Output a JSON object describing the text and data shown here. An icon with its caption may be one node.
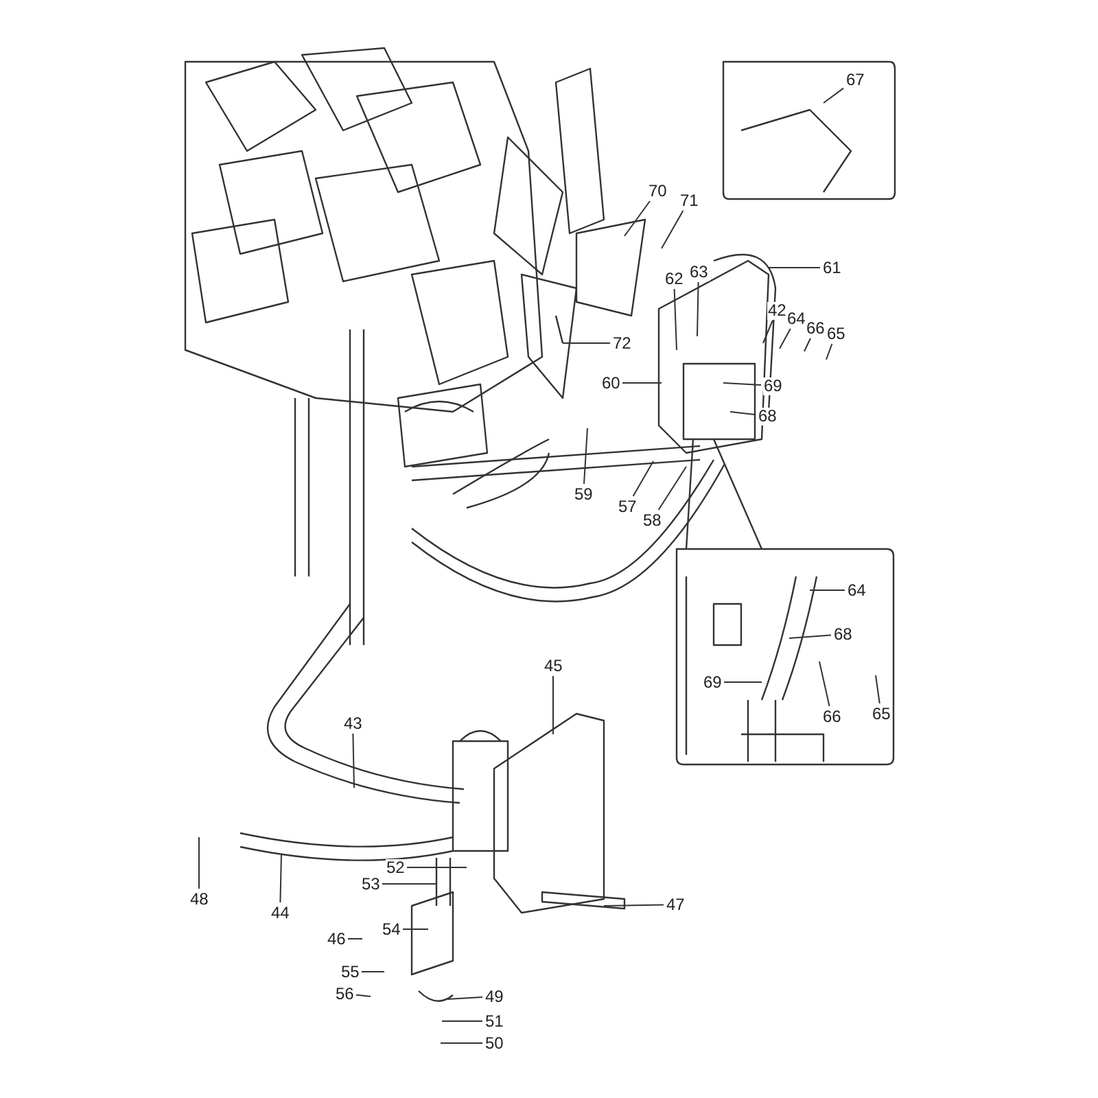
{
  "diagram": {
    "nodes": [
      {
        "text": [
          "67"
        ]
      },
      {
        "text": [
          "70"
        ]
      },
      {
        "text": [
          "71"
        ]
      },
      {
        "text": [
          "61"
        ]
      },
      {
        "text": [
          "62"
        ]
      },
      {
        "text": [
          "63"
        ]
      },
      {
        "text": [
          "42"
        ]
      },
      {
        "text": [
          "64"
        ]
      },
      {
        "text": [
          "66"
        ]
      },
      {
        "text": [
          "65"
        ]
      },
      {
        "text": [
          "60"
        ]
      },
      {
        "text": [
          "69"
        ]
      },
      {
        "text": [
          "68"
        ]
      },
      {
        "text": [
          "72"
        ]
      },
      {
        "text": [
          "59"
        ]
      },
      {
        "text": [
          "57"
        ]
      },
      {
        "text": [
          "58"
        ]
      },
      {
        "text": [
          "64"
        ]
      },
      {
        "text": [
          "68"
        ]
      },
      {
        "text": [
          "69"
        ]
      },
      {
        "text": [
          "66"
        ]
      },
      {
        "text": [
          "65"
        ]
      },
      {
        "text": [
          "45"
        ]
      },
      {
        "text": [
          "43"
        ]
      },
      {
        "text": [
          "44"
        ]
      },
      {
        "text": [
          "48"
        ]
      },
      {
        "text": [
          "52"
        ]
      },
      {
        "text": [
          "53"
        ]
      },
      {
        "text": [
          "47"
        ]
      },
      {
        "text": [
          "54"
        ]
      },
      {
        "text": [
          "46"
        ]
      },
      {
        "text": [
          "55"
        ]
      },
      {
        "text": [
          "56"
        ]
      },
      {
        "text": [
          "49"
        ]
      },
      {
        "text": [
          "51"
        ]
      },
      {
        "text": [
          "50"
        ]
      }
    ],
    "edges": [
      {
        "from": 0,
        "to": null,
        "arrow": "none"
      },
      {
        "from": 1,
        "to": null,
        "arrow": "none"
      },
      {
        "from": 2,
        "to": null,
        "arrow": "none"
      },
      {
        "from": 3,
        "to": null,
        "arrow": "none"
      },
      {
        "from": 4,
        "to": null,
        "arrow": "none"
      },
      {
        "from": 5,
        "to": null,
        "arrow": "none"
      },
      {
        "from": 6,
        "to": null,
        "arrow": "none"
      },
      {
        "from": 7,
        "to": null,
        "arrow": "none"
      },
      {
        "from": 8,
        "to": null,
        "arrow": "none"
      },
      {
        "from": 9,
        "to": null,
        "arrow": "none"
      },
      {
        "from": 10,
        "to": null,
        "arrow": "none"
      },
      {
        "from": 11,
        "to": null,
        "arrow": "none"
      },
      {
        "from": 12,
        "to": null,
        "arrow": "none"
      },
      {
        "from": 13,
        "to": null,
        "arrow": "none"
      },
      {
        "from": 14,
        "to": null,
        "arrow": "none"
      },
      {
        "from": 15,
        "to": null,
        "arrow": "none"
      },
      {
        "from": 16,
        "to": null,
        "arrow": "none"
      },
      {
        "from": 17,
        "to": null,
        "arrow": "none"
      },
      {
        "from": 18,
        "to": null,
        "arrow": "none"
      },
      {
        "from": 19,
        "to": null,
        "arrow": "none"
      },
      {
        "from": 20,
        "to": null,
        "arrow": "none"
      },
      {
        "from": 21,
        "to": null,
        "arrow": "none"
      },
      {
        "from": 22,
        "to": null,
        "arrow": "none"
      },
      {
        "from": 23,
        "to": null,
        "arrow": "none"
      },
      {
        "from": 24,
        "to": null,
        "arrow": "none"
      },
      {
        "from": 25,
        "to": null,
        "arrow": "none"
      },
      {
        "from": 26,
        "to": null,
        "arrow": "none"
      },
      {
        "from": 27,
        "to": null,
        "arrow": "none"
      },
      {
        "from": 28,
        "to": null,
        "arrow": "none"
      },
      {
        "from": 29,
        "to": null,
        "arrow": "none"
      },
      {
        "from": 30,
        "to": null,
        "arrow": "none"
      },
      {
        "from": 31,
        "to": null,
        "arrow": "none"
      },
      {
        "from": 32,
        "to": null,
        "arrow": "none"
      },
      {
        "from": 33,
        "to": null,
        "arrow": "none"
      },
      {
        "from": 34,
        "to": null,
        "arrow": "none"
      },
      {
        "from": 35,
        "to": null,
        "arrow": "none"
      }
    ]
  }
}
